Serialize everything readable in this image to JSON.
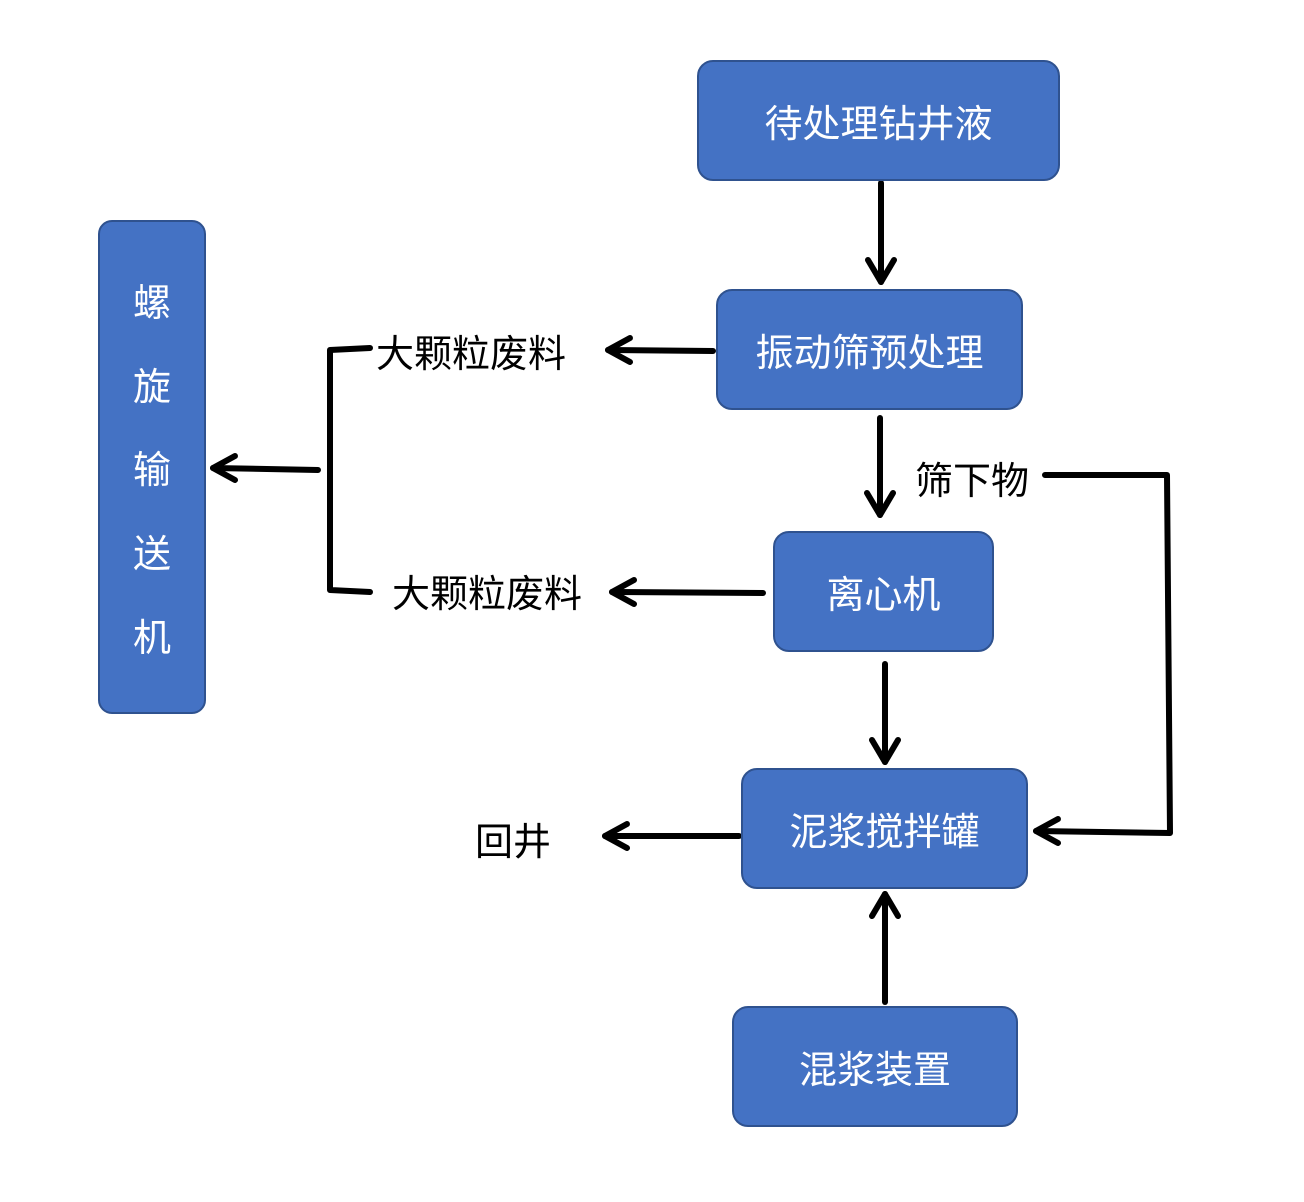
{
  "nodes": {
    "raw_fluid": "待处理钻井液",
    "shaker": "振动筛预处理",
    "centrifuge": "离心机",
    "mud_tank": "泥浆搅拌罐",
    "mixing_device": "混浆装置",
    "screw_conveyor": [
      "螺",
      "旋",
      "输",
      "送",
      "机"
    ]
  },
  "labels": {
    "waste_top": "大颗粒废料",
    "waste_bottom": "大颗粒废料",
    "underflow": "筛下物",
    "return_well": "回井"
  },
  "colors": {
    "box_fill": "#4472c4",
    "box_border": "#2f528f",
    "box_text": "#ffffff",
    "arrow": "#000000"
  }
}
